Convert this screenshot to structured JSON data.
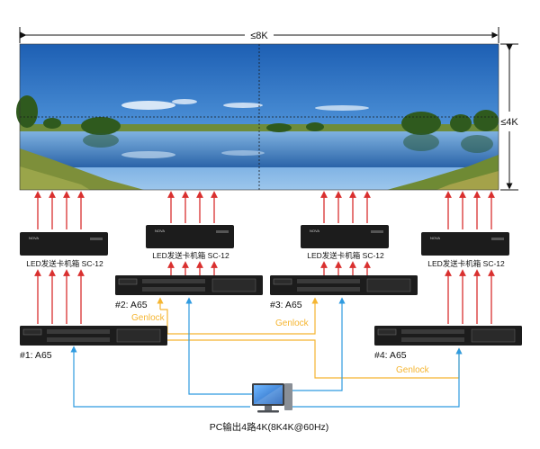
{
  "width_label": "≤8K",
  "height_label": "≤4K",
  "sending_box_label": "LED发送卡机箱  SC-12",
  "sending_box_brand": "NOVA",
  "processors": [
    {
      "label": "#1: A65"
    },
    {
      "label": "#2: A65"
    },
    {
      "label": "#3: A65"
    },
    {
      "label": "#4: A65"
    }
  ],
  "genlock_label": "Genlock",
  "pc_label": "PC输出4路4K(8K4K@60Hz)",
  "colors": {
    "signal_arrow": "#d9302f",
    "genlock_line": "#f5b531",
    "pc_line": "#2f9be0",
    "device_body": "#1c1c1c",
    "dimension_line": "#111111"
  },
  "icons": [
    "landscape-panorama",
    "monitor-pc-icon"
  ]
}
